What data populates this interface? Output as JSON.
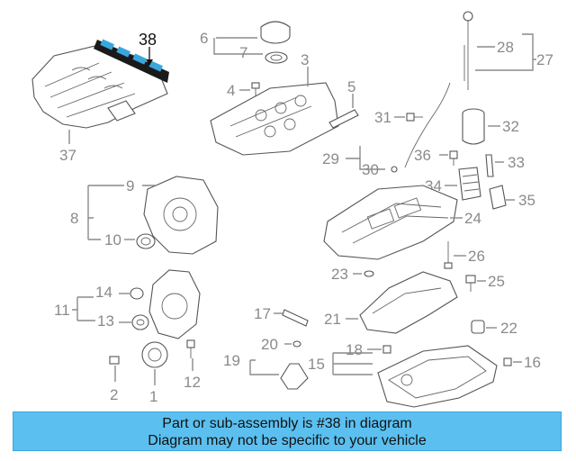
{
  "callouts": {
    "n1": "1",
    "n2": "2",
    "n3": "3",
    "n4": "4",
    "n5": "5",
    "n6": "6",
    "n7": "7",
    "n8": "8",
    "n9": "9",
    "n10": "10",
    "n11": "11",
    "n12": "12",
    "n13": "13",
    "n14": "14",
    "n15": "15",
    "n16": "16",
    "n17": "17",
    "n18": "18",
    "n19": "19",
    "n20": "20",
    "n21": "21",
    "n22": "22",
    "n23": "23",
    "n24": "24",
    "n25": "25",
    "n26": "26",
    "n27": "27",
    "n28": "28",
    "n29": "29",
    "n30": "30",
    "n31": "31",
    "n32": "32",
    "n33": "33",
    "n34": "34",
    "n35": "35",
    "n36": "36",
    "n37": "37",
    "n38": "38"
  },
  "banner": {
    "line1": "Part or sub-assembly is #38 in diagram",
    "line2": "Diagram may not be specific to your vehicle",
    "color": "#5bc0f0"
  },
  "highlight": {
    "part": "38",
    "color": "#3aa7dc"
  }
}
